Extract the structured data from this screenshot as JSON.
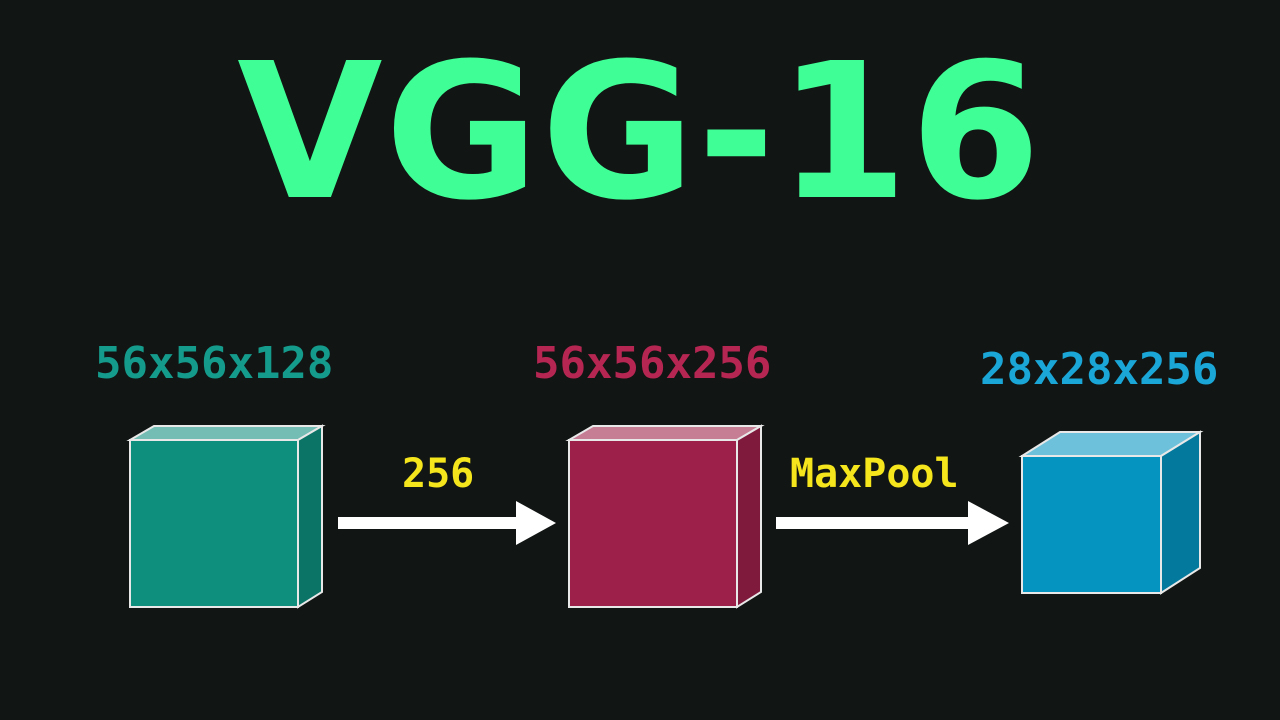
{
  "title": "VGG-16",
  "layers": [
    {
      "label": "56x56x128",
      "color": "#0e8e7d"
    },
    {
      "label": "56x56x256",
      "color": "#9c2049"
    },
    {
      "label": "28x28x256",
      "color": "#0494bf"
    }
  ],
  "operations": [
    {
      "label": "256"
    },
    {
      "label": "MaxPool"
    }
  ],
  "colors": {
    "title": "#3ffe95",
    "operation_label": "#f5e51c",
    "arrow": "#ffffff",
    "background": "#111513"
  }
}
